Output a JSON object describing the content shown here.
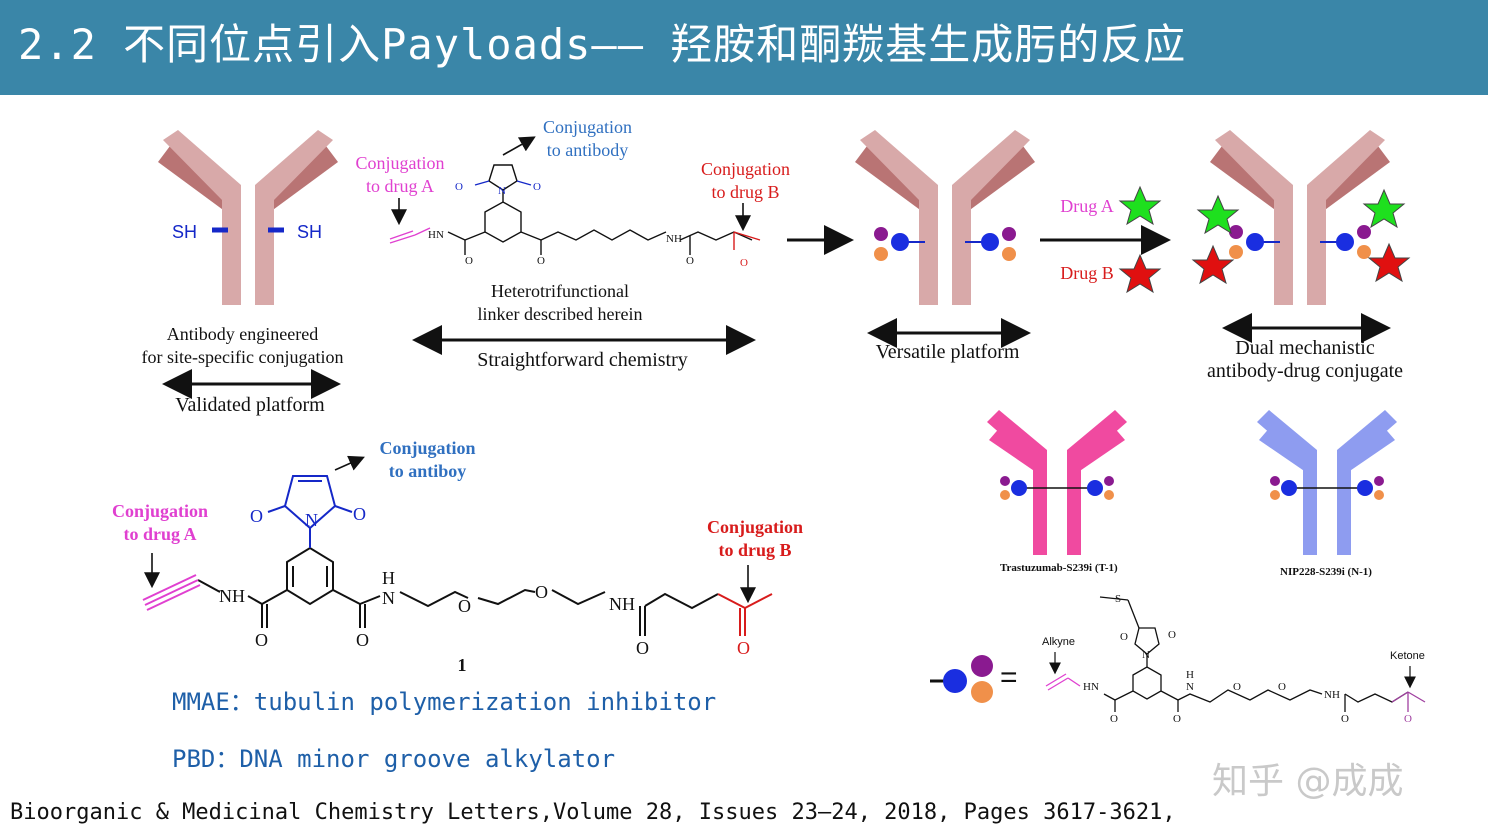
{
  "header": {
    "title": "2.2 不同位点引入Payloads—— 羟胺和酮羰基生成肟的反应"
  },
  "top_scheme": {
    "sh_left": "SH",
    "sh_right": "SH",
    "engineered_caption": [
      "Antibody engineered",
      "for site-specific conjugation"
    ],
    "validated_platform": "Validated platform",
    "conj_drug_a": [
      "Conjugation",
      "to drug A"
    ],
    "conj_antibody": [
      "Conjugation",
      "to antibody"
    ],
    "conj_drug_b": [
      "Conjugation",
      "to drug B"
    ],
    "linker_caption": [
      "Heterotrifunctional",
      "linker described herein"
    ],
    "straightforward": "Straightforward chemistry",
    "versatile": "Versatile platform",
    "drug_a": "Drug A",
    "drug_b": "Drug B",
    "dual": [
      "Dual mechanistic",
      "antibody-drug conjugate"
    ]
  },
  "bottom_left": {
    "conj_antibody": [
      "Conjugation",
      "to antiboy"
    ],
    "conj_drug_a": [
      "Conjugation",
      "to drug A"
    ],
    "conj_drug_b": [
      "Conjugation",
      "to drug B"
    ],
    "compound_number": "1",
    "atoms": {
      "O": "O",
      "N": "N",
      "NH": "NH",
      "H": "H"
    }
  },
  "bottom_right": {
    "trastuzumab": "Trastuzumab-S239i (T-1)",
    "nip228": "NIP228-S239i (N-1)",
    "alkyne": "Alkyne",
    "ketone": "Ketone",
    "equals": "="
  },
  "notes": {
    "mmae": "MMAE：tubulin polymerization inhibitor",
    "pbd": "PBD：DNA minor groove alkylator"
  },
  "citation": "Bioorganic & Medicinal Chemistry Letters,Volume 28, Issues 23–24, 2018, Pages 3617-3621,",
  "watermark": "知乎 @成成",
  "colors": {
    "header_bg": "#3a86a8",
    "antibody": "#d8a9a9",
    "antibody_arm": "#b97474",
    "pink_antibody": "#f04aa0",
    "lavender_antibody": "#8e9cf0",
    "note_text": "#1e5fa8"
  }
}
